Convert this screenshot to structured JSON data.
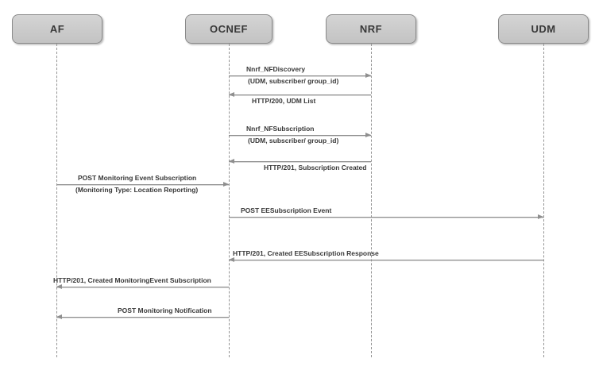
{
  "diagram": {
    "type": "sequence",
    "actors": [
      {
        "name": "AF"
      },
      {
        "name": "OCNEF"
      },
      {
        "name": "NRF"
      },
      {
        "name": "UDM"
      }
    ],
    "messages": [
      {
        "from": "OCNEF",
        "to": "NRF",
        "label": "Nnrf_NFDiscovery",
        "sublabel": "(UDM, subscriber/ group_id)"
      },
      {
        "from": "NRF",
        "to": "OCNEF",
        "label": "HTTP/200, UDM List"
      },
      {
        "from": "OCNEF",
        "to": "NRF",
        "label": "Nnrf_NFSubscription",
        "sublabel": "(UDM, subscriber/ group_id)"
      },
      {
        "from": "NRF",
        "to": "OCNEF",
        "label": "HTTP/201, Subscription Created"
      },
      {
        "from": "AF",
        "to": "OCNEF",
        "label": "POST Monitoring Event Subscription",
        "sublabel": "(Monitoring Type: Location Reporting)"
      },
      {
        "from": "OCNEF",
        "to": "UDM",
        "label": "POST EESubscription Event"
      },
      {
        "from": "UDM",
        "to": "OCNEF",
        "label": "HTTP/201, Created EESubscription Response"
      },
      {
        "from": "OCNEF",
        "to": "AF",
        "label": "HTTP/201, Created MonitoringEvent Subscription"
      },
      {
        "from": "OCNEF",
        "to": "AF",
        "label": "POST Monitoring Notification"
      }
    ],
    "colors": {
      "actor_fill": "#cccccc",
      "actor_border": "#8a8a8a",
      "arrow": "#8f8f8f",
      "lifeline": "#949494",
      "text": "#383838",
      "background": "#ffffff"
    }
  }
}
